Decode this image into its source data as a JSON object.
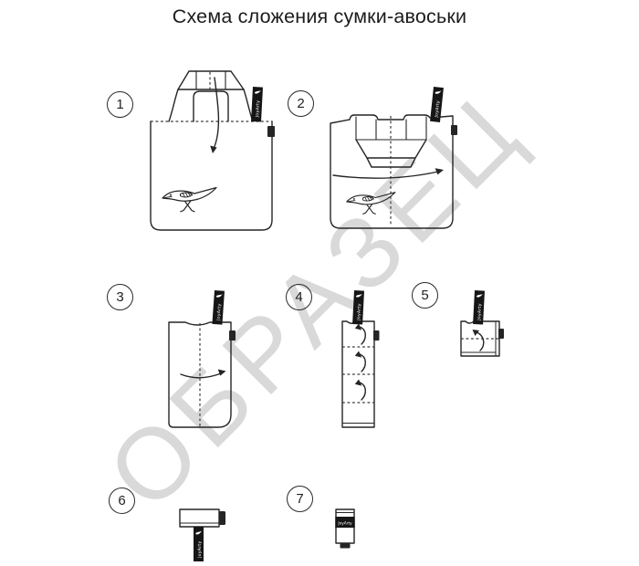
{
  "title": "Схема сложения сумки-авоськи",
  "watermark": "ОБРАЗЕЦ",
  "brand": {
    "label": "JoyArty"
  },
  "steps": [
    {
      "number": "1"
    },
    {
      "number": "2"
    },
    {
      "number": "3"
    },
    {
      "number": "4"
    },
    {
      "number": "5"
    },
    {
      "number": "6"
    },
    {
      "number": "7"
    }
  ],
  "colors": {
    "line": "#252525",
    "watermark": "#d9d9d9",
    "tag_background": "#161616",
    "background": "#ffffff"
  }
}
